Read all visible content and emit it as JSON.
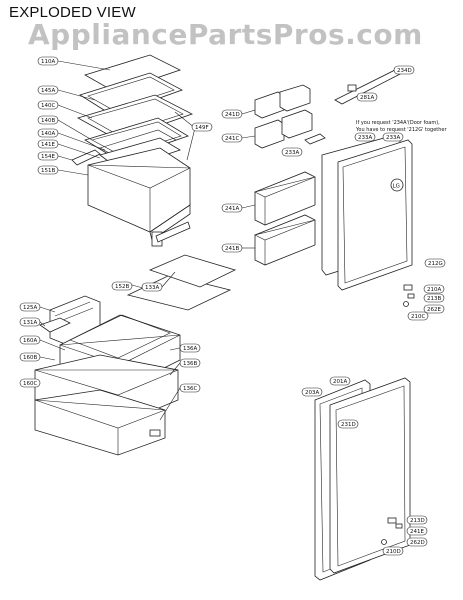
{
  "title": "EXPLODED VIEW",
  "watermark": "AppliancePartsPros.com",
  "note": {
    "line1": "If you request '234A'(Door foam),",
    "line2": "You have to request '212G' together"
  },
  "callouts": {
    "c110A": "110A",
    "c145A": "145A",
    "c140C": "140C",
    "c140B": "140B",
    "c140A": "140A",
    "c141E": "141E",
    "c154E": "154E",
    "c151B": "151B",
    "c149F": "149F",
    "c241D": "241D",
    "c241C": "241C",
    "c233A": "233A",
    "c234D": "234D",
    "c281A": "281A",
    "c241A": "241A",
    "c241B": "241B",
    "c233A2": "233A",
    "c233A3": "233A",
    "c212G": "212G",
    "c210A": "210A",
    "c213B": "213B",
    "c262E": "262E",
    "c210C": "210C",
    "c152B": "152B",
    "c133A": "133A",
    "c125A": "125A",
    "c131A": "131A",
    "c160A": "160A",
    "c160B": "160B",
    "c160C": "160C",
    "c136A": "136A",
    "c136B": "136B",
    "c136C": "136C",
    "c201A": "201A",
    "c203A": "203A",
    "c231D": "231D",
    "c213D": "213D",
    "c241E": "241E",
    "c262D": "262D",
    "c210D": "210D"
  },
  "logo": "LG"
}
